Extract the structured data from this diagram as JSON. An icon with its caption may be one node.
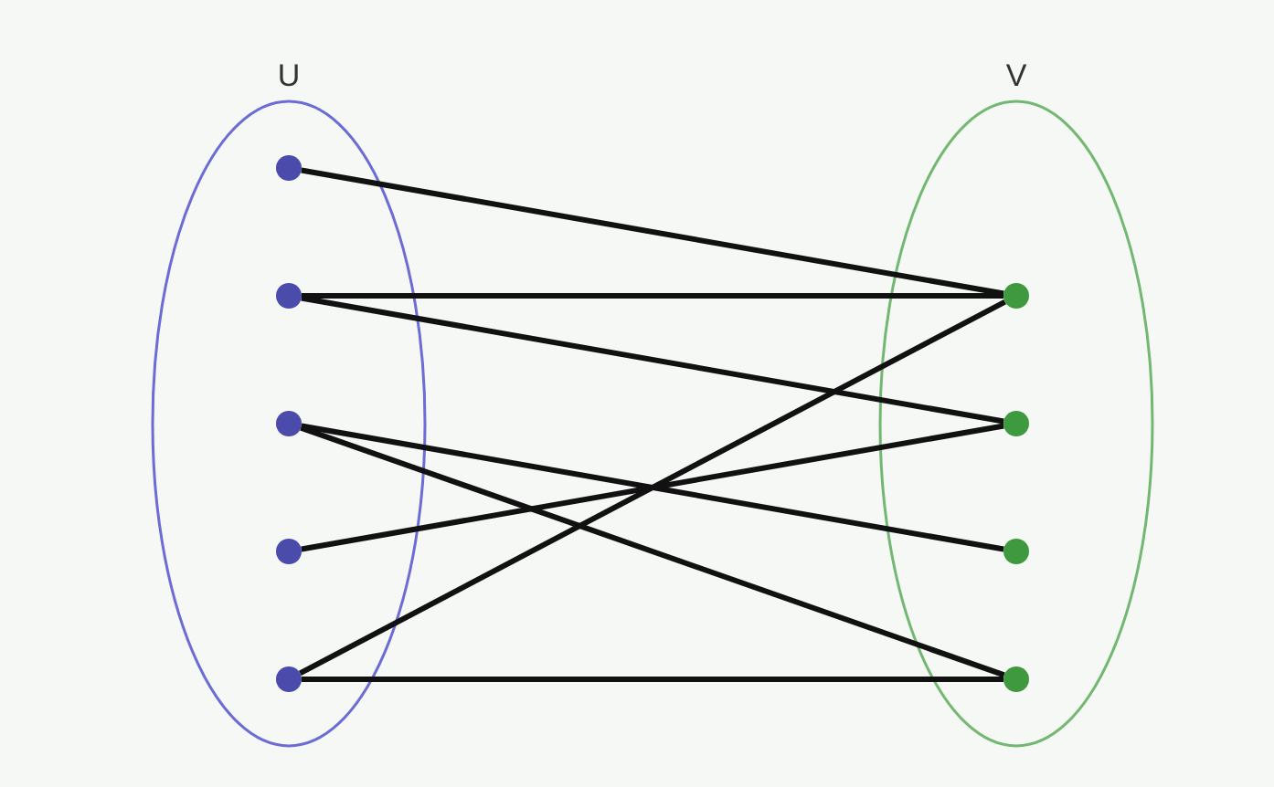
{
  "diagram": {
    "nodes": [
      {
        "text": [
          "U"
        ]
      },
      {
        "text": [
          "V"
        ]
      },
      {
        "text": [],
        "shape": "circle",
        "in": 0
      },
      {
        "text": [],
        "shape": "circle",
        "in": 0
      },
      {
        "text": [],
        "shape": "circle",
        "in": 0
      },
      {
        "text": [],
        "shape": "circle",
        "in": 0
      },
      {
        "text": [],
        "shape": "circle",
        "in": 0
      },
      {
        "text": [],
        "shape": "circle",
        "in": 1
      },
      {
        "text": [],
        "shape": "circle",
        "in": 1
      },
      {
        "text": [],
        "shape": "circle",
        "in": 1
      },
      {
        "text": [],
        "shape": "circle",
        "in": 1
      }
    ],
    "edges": [
      {
        "from": 2,
        "to": 7,
        "arrow": "none"
      },
      {
        "from": 3,
        "to": 7,
        "arrow": "none"
      },
      {
        "from": 3,
        "to": 8,
        "arrow": "none"
      },
      {
        "from": 4,
        "to": 9,
        "arrow": "none"
      },
      {
        "from": 4,
        "to": 10,
        "arrow": "none"
      },
      {
        "from": 5,
        "to": 8,
        "arrow": "none"
      },
      {
        "from": 6,
        "to": 7,
        "arrow": "none"
      },
      {
        "from": 6,
        "to": 10,
        "arrow": "none"
      }
    ]
  }
}
